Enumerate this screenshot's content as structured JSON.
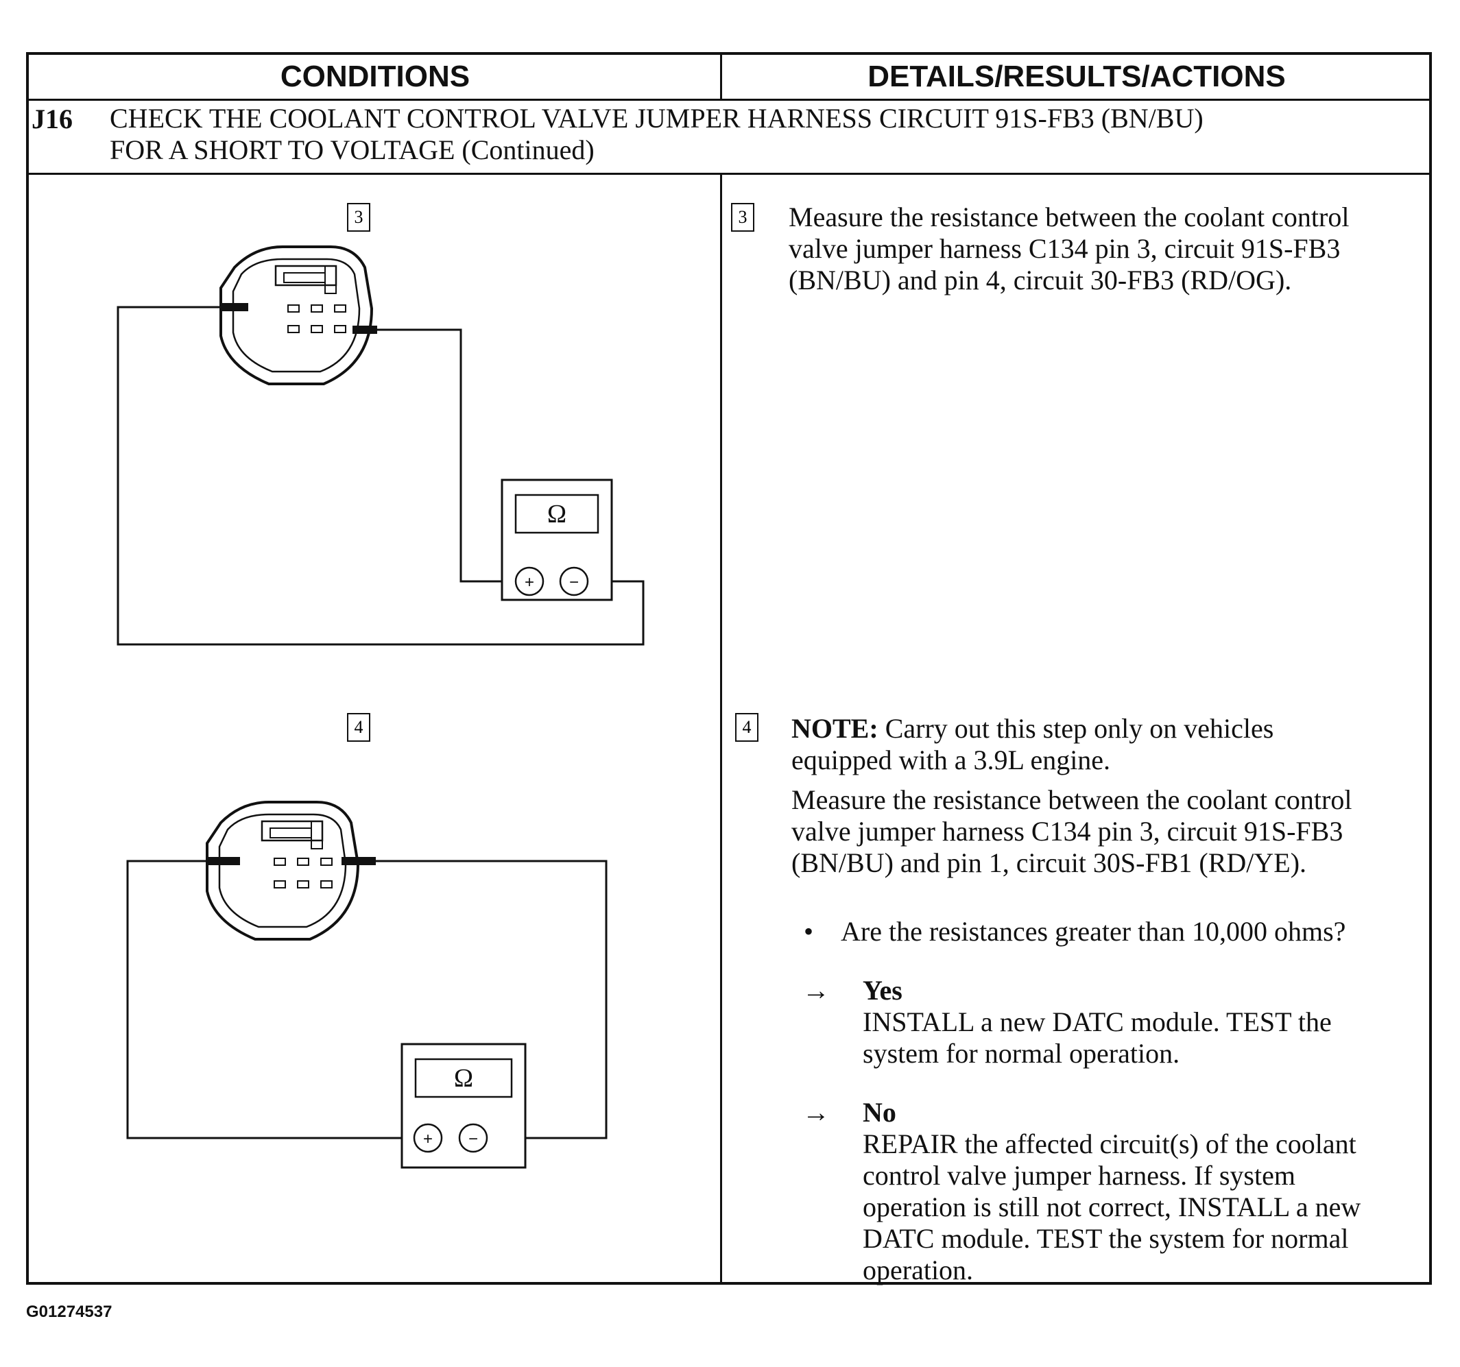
{
  "table": {
    "header_conditions": "CONDITIONS",
    "header_details": "DETAILS/RESULTS/ACTIONS",
    "step_id": "J16",
    "step_title_line1": "CHECK THE COOLANT CONTROL VALVE JUMPER HARNESS CIRCUIT 91S-FB3 (BN/BU)",
    "step_title_line2": "FOR A SHORT TO VOLTAGE (Continued)"
  },
  "step3": {
    "number": "3",
    "meter_symbol": "Ω",
    "plus": "+",
    "minus": "−",
    "text_lines": [
      "Measure the resistance between the coolant control",
      "valve jumper harness C134 pin 3, circuit 91S-FB3",
      "(BN/BU) and pin 4, circuit 30-FB3 (RD/OG)."
    ]
  },
  "step4": {
    "number": "4",
    "meter_symbol": "Ω",
    "plus": "+",
    "minus": "−",
    "note_label": "NOTE:",
    "note_line1": " Carry out this step only on vehicles",
    "note_line2": "equipped with a 3.9L engine.",
    "text_lines": [
      "Measure the resistance between the coolant control",
      "valve jumper harness C134 pin 3, circuit 91S-FB3",
      "(BN/BU) and pin 1, circuit 30S-FB1 (RD/YE)."
    ],
    "bullet": "•",
    "question": "Are the resistances greater than 10,000 ohms?",
    "arrow": "→",
    "yes_label": "Yes",
    "yes_lines": [
      "INSTALL a new DATC module. TEST the",
      "system for normal operation."
    ],
    "no_label": "No",
    "no_lines": [
      "REPAIR the affected circuit(s) of the coolant",
      "control valve jumper harness. If system",
      "operation is still not correct, INSTALL a new",
      "DATC module. TEST the system for normal",
      "operation."
    ]
  },
  "footer": {
    "figure_id": "G01274537"
  }
}
